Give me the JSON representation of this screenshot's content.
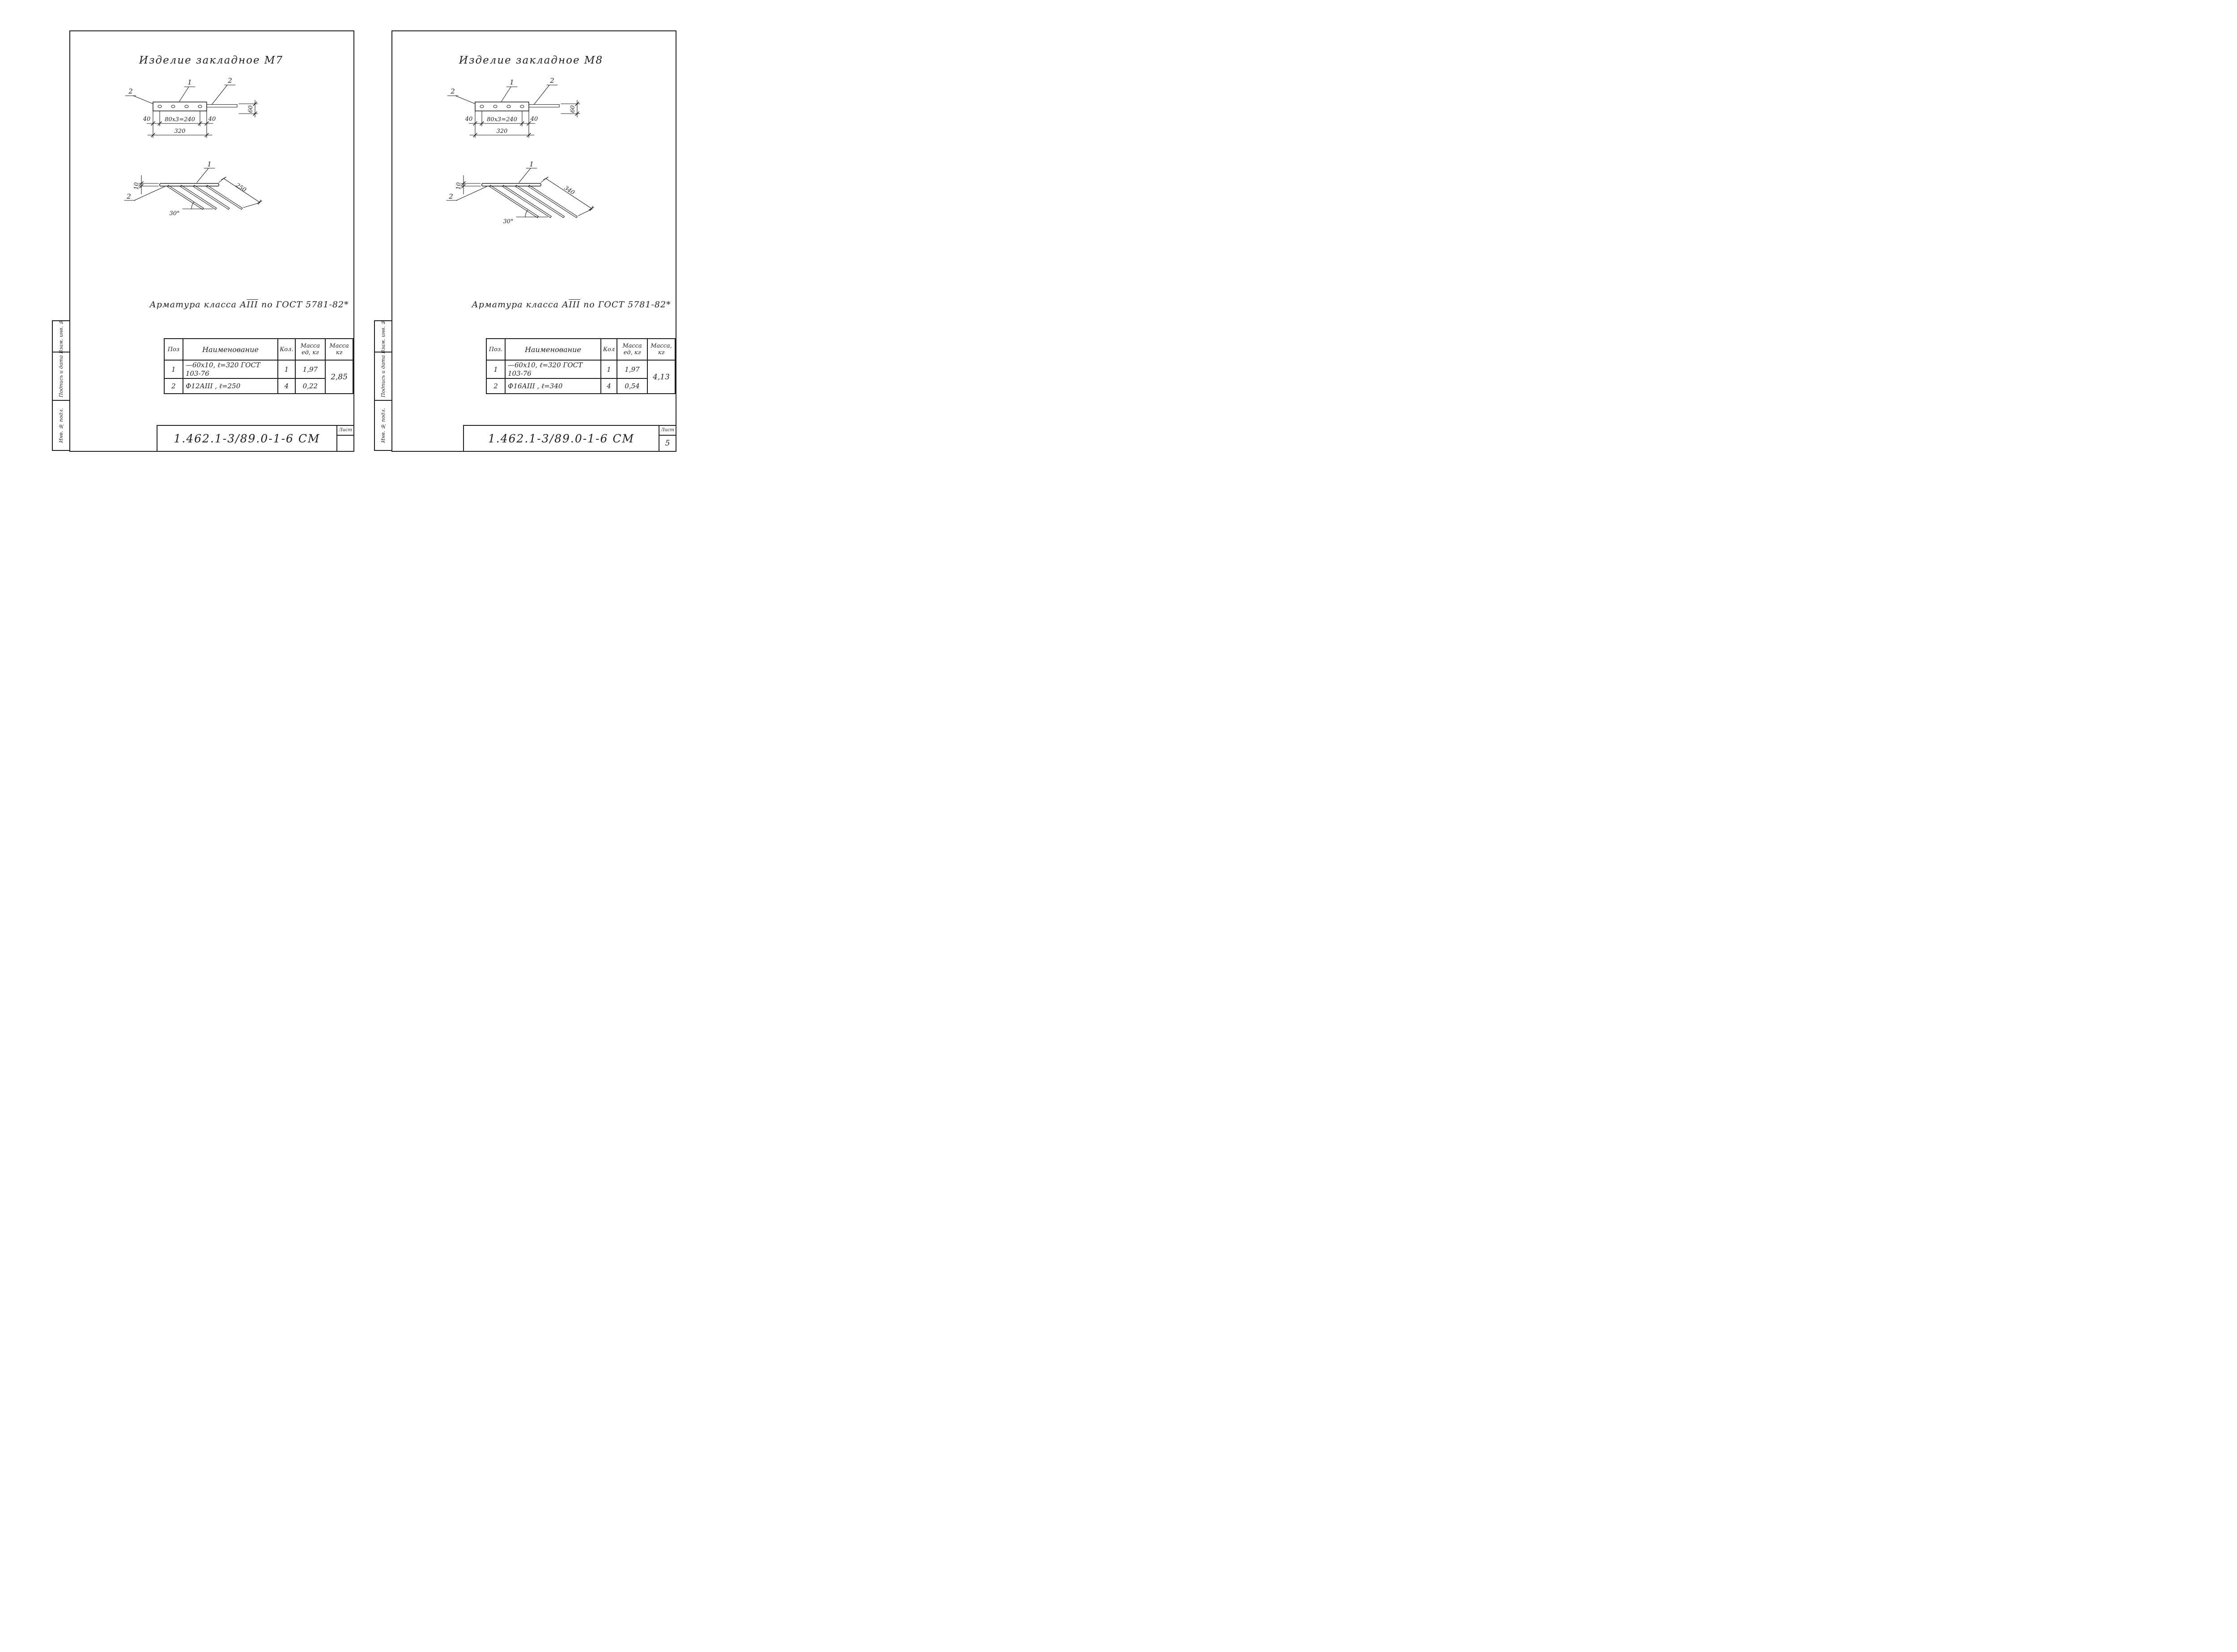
{
  "page": {
    "background": "#ffffff",
    "ink": "#1f1f1f"
  },
  "sheets": [
    {
      "title": "Изделие закладное М7",
      "strip": {
        "top": "Взам. инв. №",
        "middle": "Подпись и дата",
        "bottom": "Инв. № подл."
      },
      "top_view": {
        "label_1": "1",
        "label_2_right": "2",
        "label_2_left": "2",
        "dim_left": "40",
        "dim_mid": "80x3=240",
        "dim_right": "40",
        "dim_total": "320",
        "dim_height": "60"
      },
      "side_view": {
        "label_1": "1",
        "label_2": "2",
        "dim_thickness": "10",
        "dim_anchor": "250",
        "angle": "30°"
      },
      "note": {
        "prefix": "Арматура класса А",
        "roman": "III",
        "suffix": " по ГОСТ 5781-82*"
      },
      "table": {
        "headers": {
          "pos": "Поз",
          "name": "Наименование",
          "qty": "Кол.",
          "unit_mass": "Масса\nед, кг",
          "total_mass": "Масса\nкг"
        },
        "rows": [
          {
            "pos": "1",
            "name": "—60x10, ℓ=320 ГОСТ 103-76",
            "qty": "1",
            "unit_mass": "1,97"
          },
          {
            "pos": "2",
            "name": "Ф12АIII , ℓ=250",
            "qty": "4",
            "unit_mass": "0,22"
          }
        ],
        "total_mass": "2,85"
      },
      "title_block": {
        "doc_number": "1.462.1-3/89.0-1-6 СМ",
        "sheet_label": "Лист",
        "sheet_number": ""
      }
    },
    {
      "title": "Изделие закладное М8",
      "strip": {
        "top": "Взам. инв. №",
        "middle": "Подпись и дата",
        "bottom": "Инв. № подл."
      },
      "top_view": {
        "label_1": "1",
        "label_2_right": "2",
        "label_2_left": "2",
        "dim_left": "40",
        "dim_mid": "80x3=240",
        "dim_right": "40",
        "dim_total": "320",
        "dim_height": "60"
      },
      "side_view": {
        "label_1": "1",
        "label_2": "2",
        "dim_thickness": "10",
        "dim_anchor": "340",
        "angle": "30°"
      },
      "note": {
        "prefix": "Арматура класса А",
        "roman": "III",
        "suffix": " по ГОСТ 5781-82*"
      },
      "table": {
        "headers": {
          "pos": "Поз.",
          "name": "Наименование",
          "qty": "Кол",
          "unit_mass": "Масса\nед, кг",
          "total_mass": "Масса,\nкг"
        },
        "rows": [
          {
            "pos": "1",
            "name": "—60x10, ℓ=320 ГОСТ 103-76",
            "qty": "1",
            "unit_mass": "1,97"
          },
          {
            "pos": "2",
            "name": "Ф16АIII , ℓ=340",
            "qty": "4",
            "unit_mass": "0,54"
          }
        ],
        "total_mass": "4,13"
      },
      "title_block": {
        "doc_number": "1.462.1-3/89.0-1-6 СМ",
        "sheet_label": "Лист",
        "sheet_number": "5"
      }
    }
  ]
}
